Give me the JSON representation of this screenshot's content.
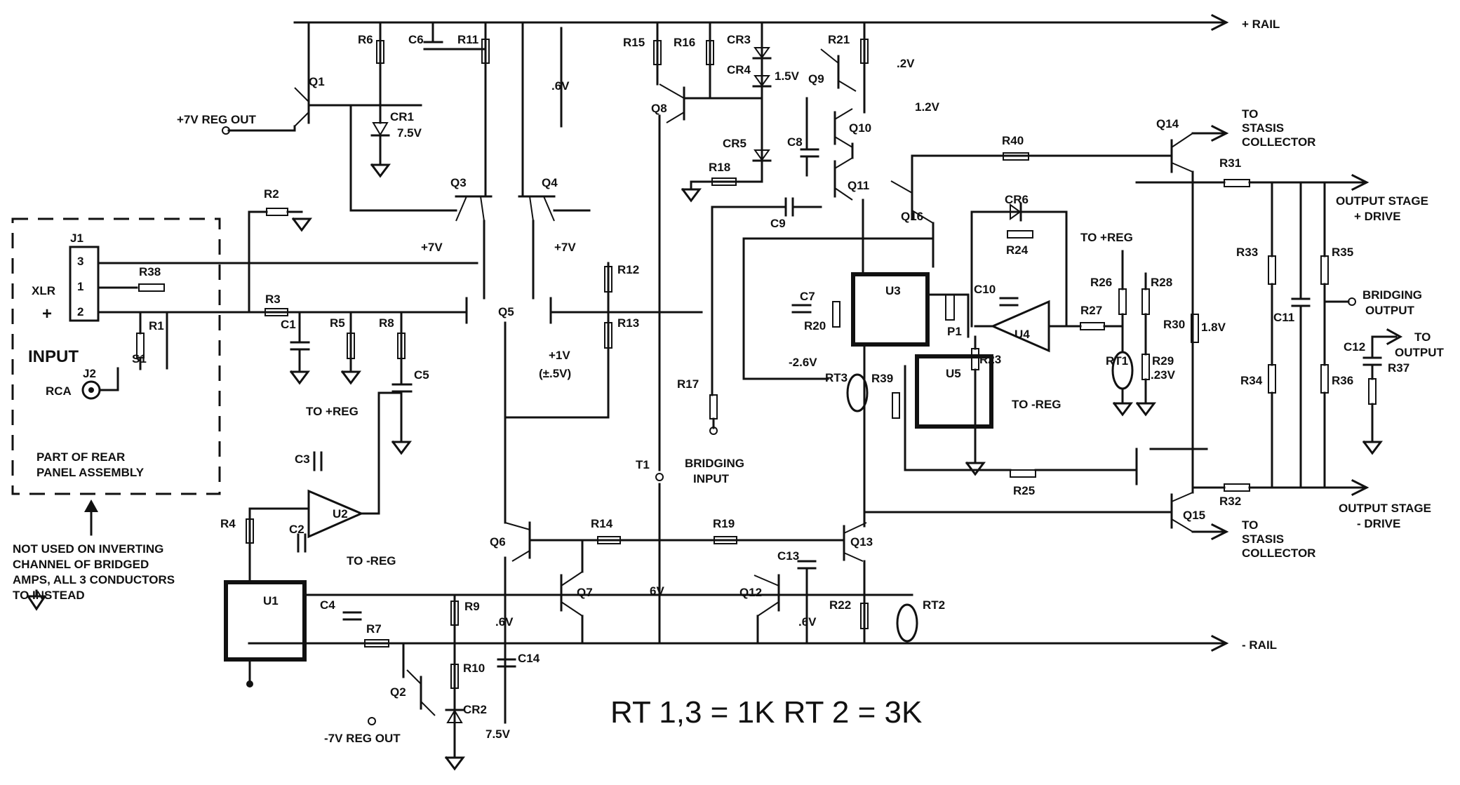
{
  "diagram": {
    "rails": {
      "positive": "+ RAIL",
      "negative": "- RAIL"
    },
    "footer_note": "RT 1,3 = 1K  RT 2 = 3K",
    "regulators": {
      "pos_reg_out": "+7V REG OUT",
      "neg_reg_out": "-7V REG OUT",
      "zener_pos": "7.5V",
      "zener_neg": "7.5V"
    },
    "voltages": {
      "v_06_top": ".6V",
      "v_15": "1.5V",
      "v_2": ".2V",
      "v_12": "1.2V",
      "plus7_left": "+7V",
      "plus7_right": "+7V",
      "plus1": "+1V",
      "pm05": "(±.5V)",
      "v_6": "6V",
      "v_06_left": ".6V",
      "v_06_mid": ".6V",
      "v_26": "-2.6V",
      "v_18": "1.8V",
      "v_23": ".23V"
    },
    "input_panel": {
      "input_label": "INPUT",
      "xlr_label": "XLR",
      "rca_label": "RCA",
      "plus_sign": "+",
      "j1_label": "J1",
      "j2_label": "J2",
      "s1_label": "S1",
      "pin3": "3",
      "pin1": "1",
      "pin2": "2",
      "panel_line1": "PART OF REAR",
      "panel_line2": "PANEL ASSEMBLY",
      "note": [
        "NOT USED ON INVERTING",
        "CHANNEL OF BRIDGED",
        "AMPS, ALL 3 CONDUCTORS",
        "TO    INSTEAD"
      ]
    },
    "outputs": {
      "stasis_collector_top": [
        "TO",
        "STASIS",
        "COLLECTOR"
      ],
      "stasis_collector_bottom": [
        "TO",
        "STASIS",
        "COLLECTOR"
      ],
      "output_pos": [
        "OUTPUT STAGE",
        "+ DRIVE"
      ],
      "output_neg": [
        "OUTPUT STAGE",
        "- DRIVE"
      ],
      "bridging_output": [
        "BRIDGING",
        "OUTPUT"
      ],
      "to_output": [
        "TO",
        "OUTPUT"
      ],
      "bridging_input": [
        "BRIDGING",
        "INPUT"
      ]
    },
    "supply_labels": {
      "to_pos_reg_u2": "TO +REG",
      "to_neg_reg_u2": "TO -REG",
      "to_pos_reg_u4": "TO +REG",
      "to_neg_reg_u4": "TO -REG"
    },
    "transistors": [
      "Q1",
      "Q2",
      "Q3",
      "Q4",
      "Q5",
      "Q6",
      "Q7",
      "Q8",
      "Q9",
      "Q10",
      "Q11",
      "Q12",
      "Q13",
      "Q14",
      "Q15",
      "Q16"
    ],
    "resistors": [
      "R1",
      "R2",
      "R3",
      "R4",
      "R5",
      "R6",
      "R7",
      "R8",
      "R9",
      "R10",
      "R11",
      "R12",
      "R13",
      "R14",
      "R15",
      "R16",
      "R17",
      "R18",
      "R19",
      "R20",
      "R21",
      "R22",
      "R23",
      "R24",
      "R25",
      "R26",
      "R27",
      "R28",
      "R29",
      "R30",
      "R31",
      "R32",
      "R33",
      "R34",
      "R35",
      "R36",
      "R37",
      "R38",
      "R39",
      "R40"
    ],
    "capacitors": [
      "C1",
      "C2",
      "C3",
      "C4",
      "C5",
      "C6",
      "C7",
      "C8",
      "C9",
      "C10",
      "C11",
      "C12",
      "C13",
      "C14"
    ],
    "diodes": [
      "CR1",
      "CR2",
      "CR3",
      "CR4",
      "CR5",
      "CR6"
    ],
    "ics": [
      "U1",
      "U2",
      "U3",
      "U4",
      "U5"
    ],
    "misc": [
      "RT1",
      "RT2",
      "RT3",
      "P1",
      "T1"
    ]
  }
}
